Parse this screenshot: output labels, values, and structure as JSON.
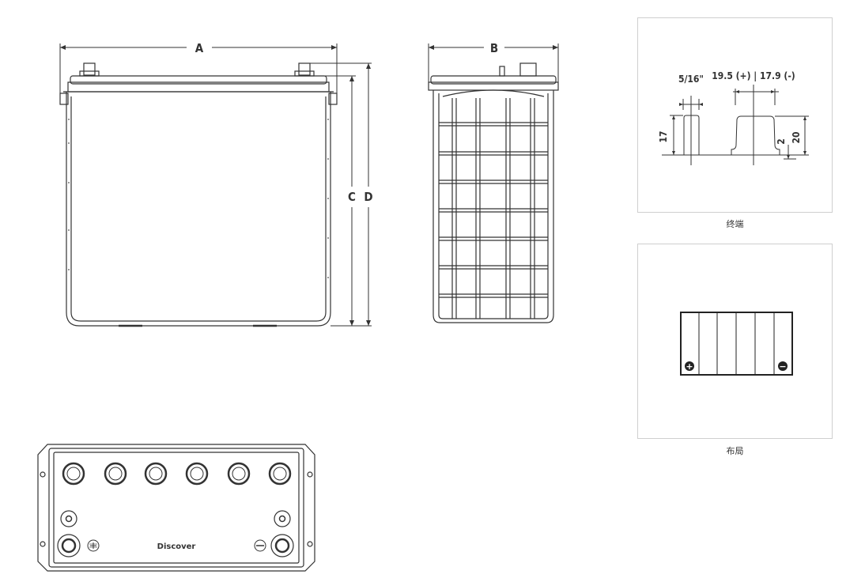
{
  "dimensions": {
    "a": "A",
    "b": "B",
    "c": "C",
    "d": "D"
  },
  "terminal": {
    "caption": "终端",
    "post_width": "5/16\"",
    "post_diameters": "19.5 (+) | 17.9 (-)",
    "post_height": "17",
    "sub_height": "2",
    "total_height": "20"
  },
  "layout": {
    "caption": "布局",
    "positive_symbol": "+",
    "negative_symbol": "−"
  },
  "top_view": {
    "brand": "Discover",
    "cell_caps": 6
  },
  "colors": {
    "line": "#333333",
    "panel_border": "#cfcfcf"
  }
}
